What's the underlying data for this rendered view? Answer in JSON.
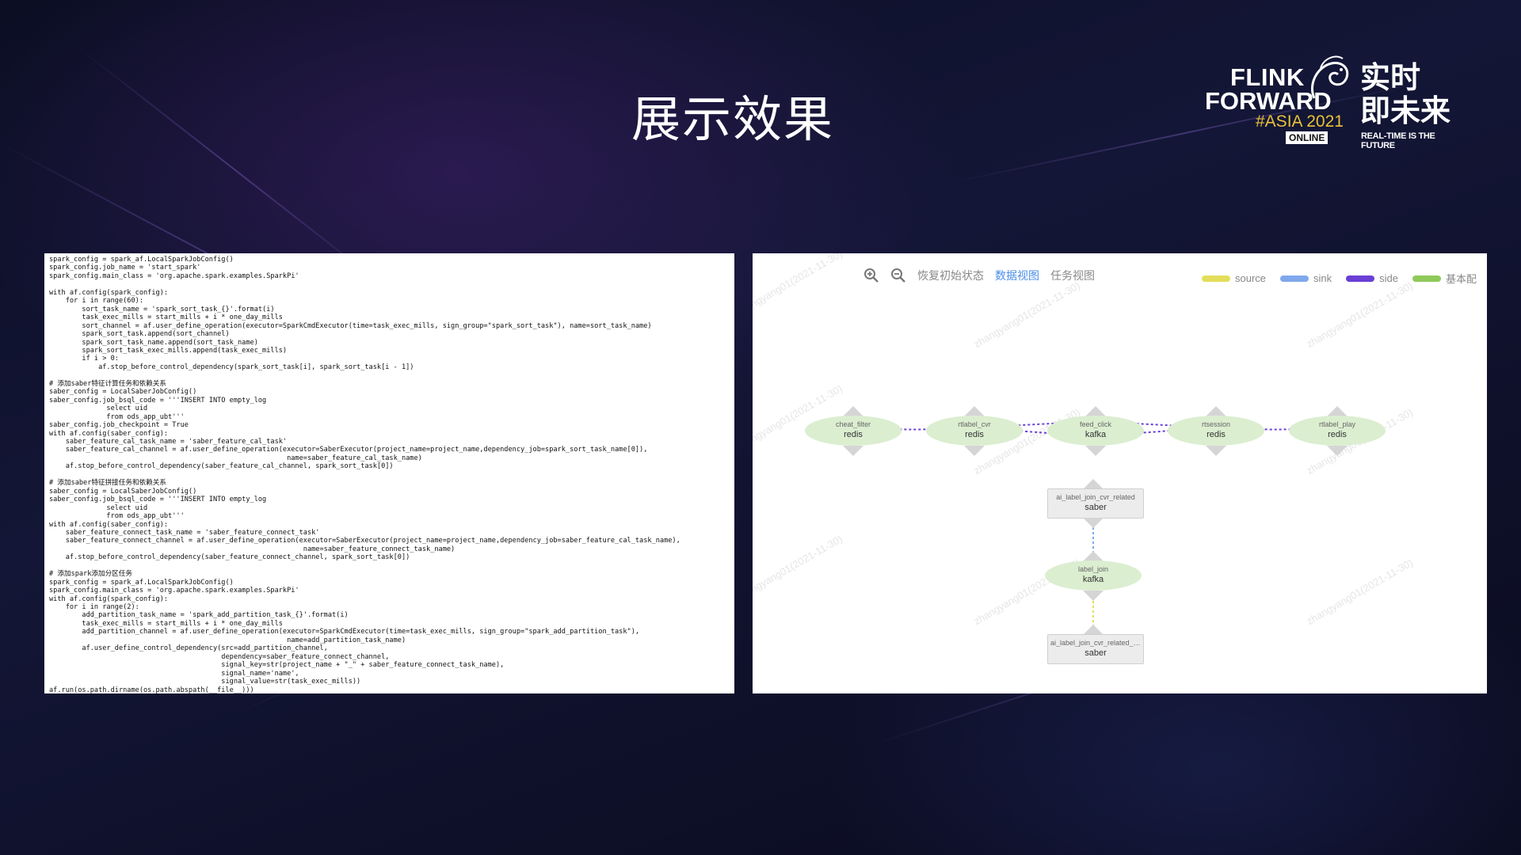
{
  "slide": {
    "title": "展示效果"
  },
  "logo": {
    "line1": "FLINK",
    "line2": "FORWARD",
    "event": "#ASIA 2021",
    "badge": "ONLINE",
    "cn_line1": "实时",
    "cn_line2": "即未来",
    "tagline": "REAL-TIME IS THE FUTURE"
  },
  "code": {
    "text": "spark_config = spark_af.LocalSparkJobConfig()\nspark_config.job_name = 'start_spark'\nspark_config.main_class = 'org.apache.spark.examples.SparkPi'\n\nwith af.config(spark_config):\n    for i in range(60):\n        sort_task_name = 'spark_sort_task_{}'.format(i)\n        task_exec_mills = start_mills + i * one_day_mills\n        sort_channel = af.user_define_operation(executor=SparkCmdExecutor(time=task_exec_mills, sign_group=\"spark_sort_task\"), name=sort_task_name)\n        spark_sort_task.append(sort_channel)\n        spark_sort_task_name.append(sort_task_name)\n        spark_sort_task_exec_mills.append(task_exec_mills)\n        if i > 0:\n            af.stop_before_control_dependency(spark_sort_task[i], spark_sort_task[i - 1])\n\n# 添加saber特征计算任务和依赖关系\nsaber_config = LocalSaberJobConfig()\nsaber_config.job_bsql_code = '''INSERT INTO empty_log\n              select uid\n              from ods_app_ubt'''\nsaber_config.job_checkpoint = True\nwith af.config(saber_config):\n    saber_feature_cal_task_name = 'saber_feature_cal_task'\n    saber_feature_cal_channel = af.user_define_operation(executor=SaberExecutor(project_name=project_name,dependency_job=spark_sort_task_name[0]),\n                                                          name=saber_feature_cal_task_name)\n    af.stop_before_control_dependency(saber_feature_cal_channel, spark_sort_task[0])\n\n# 添加saber特征拼接任务和依赖关系\nsaber_config = LocalSaberJobConfig()\nsaber_config.job_bsql_code = '''INSERT INTO empty_log\n              select uid\n              from ods_app_ubt'''\nwith af.config(saber_config):\n    saber_feature_connect_task_name = 'saber_feature_connect_task'\n    saber_feature_connect_channel = af.user_define_operation(executor=SaberExecutor(project_name=project_name,dependency_job=saber_feature_cal_task_name),\n                                                              name=saber_feature_connect_task_name)\n    af.stop_before_control_dependency(saber_feature_connect_channel, spark_sort_task[0])\n\n# 添加spark添加分区任务\nspark_config = spark_af.LocalSparkJobConfig()\nspark_config.main_class = 'org.apache.spark.examples.SparkPi'\nwith af.config(spark_config):\n    for i in range(2):\n        add_partition_task_name = 'spark_add_partition_task_{}'.format(i)\n        task_exec_mills = start_mills + i * one_day_mills\n        add_partition_channel = af.user_define_operation(executor=SparkCmdExecutor(time=task_exec_mills, sign_group=\"spark_add_partition_task\"),\n                                                          name=add_partition_task_name)\n        af.user_define_control_dependency(src=add_partition_channel,\n                                          dependency=saber_feature_connect_channel,\n                                          signal_key=str(project_name + \"_\" + saber_feature_connect_task_name),\n                                          signal_name='name',\n                                          signal_value=str(task_exec_mills))\naf.run(os.path.dirname(os.path.abspath(__file__)))"
  },
  "graph": {
    "toolbar": {
      "zoom_in_icon": "zoom-in-icon",
      "zoom_out_icon": "zoom-out-icon",
      "reset_label": "恢复初始状态",
      "data_view_label": "数据视图",
      "task_view_label": "任务视图"
    },
    "legend": [
      {
        "label": "source",
        "color": "#e2de5a"
      },
      {
        "label": "sink",
        "color": "#7fa8ec"
      },
      {
        "label": "side",
        "color": "#6a3fd6"
      },
      {
        "label": "基本配",
        "color": "#8fc95a"
      }
    ],
    "watermark": "zhangyang01(2021-11-30)",
    "nodes": [
      {
        "name": "cheat_filter",
        "type": "redis"
      },
      {
        "name": "rtlabel_cvr",
        "type": "redis"
      },
      {
        "name": "feed_click",
        "type": "kafka"
      },
      {
        "name": "rtsession",
        "type": "redis"
      },
      {
        "name": "rtlabel_play",
        "type": "redis"
      },
      {
        "name": "ai_label_join_cvr_related",
        "type": "saber"
      },
      {
        "name": "label_join",
        "type": "kafka"
      },
      {
        "name": "ai_label_join_cvr_related_s...",
        "type": "saber"
      }
    ],
    "edge_colors": {
      "side": "#6a3fd6",
      "sink": "#7fa8ec",
      "source": "#e2de5a"
    }
  }
}
